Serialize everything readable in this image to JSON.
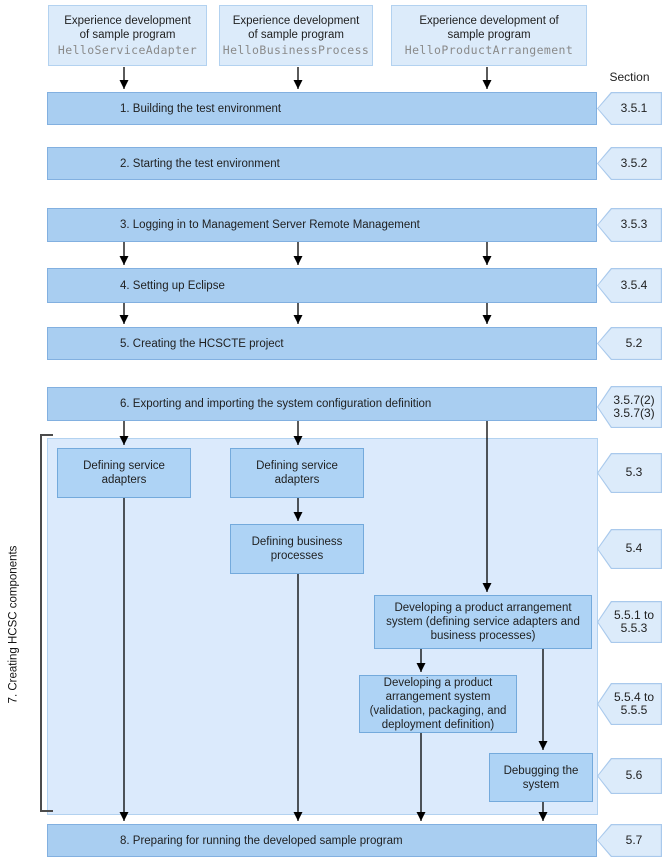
{
  "top_boxes": [
    {
      "text": "Experience development\nof sample program",
      "code": "HelloServiceAdapter"
    },
    {
      "text": "Experience development\nof sample program",
      "code": "HelloBusinessProcess"
    },
    {
      "text": "Experience development of\nsample program",
      "code": "HelloProductArrangement"
    }
  ],
  "section_column": {
    "header": "Section"
  },
  "bars": [
    {
      "label": "1. Building the test environment",
      "section": "3.5.1"
    },
    {
      "label": "2. Starting the test environment",
      "section": "3.5.2"
    },
    {
      "label": "3. Logging in to Management Server Remote Management",
      "section": "3.5.3"
    },
    {
      "label": "4. Setting up Eclipse",
      "section": "3.5.4"
    },
    {
      "label": "5. Creating the HCSCTE project",
      "section": "5.2"
    },
    {
      "label": "6. Exporting and importing the system configuration definition",
      "section": "3.5.7(2)\n3.5.7(3)"
    },
    {
      "label": "8. Preparing for running the developed sample program",
      "section": "5.7"
    }
  ],
  "hcsc_region": {
    "label": "7. Creating HCSC components",
    "boxes": [
      {
        "text": "Defining service\nadapters",
        "section": "5.3"
      },
      {
        "text": "Defining service\nadapters",
        "section": ""
      },
      {
        "text": "Defining business\nprocesses",
        "section": "5.4"
      },
      {
        "text": "Developing a product arrangement\nsystem (defining service adapters and\nbusiness processes)",
        "section": "5.5.1 to\n5.5.3"
      },
      {
        "text": "Developing a product\narrangement system\n(validation, packaging, and\ndeployment definition)",
        "section": "5.5.4 to\n5.5.5"
      },
      {
        "text": "Debugging the\nsystem",
        "section": "5.6"
      }
    ]
  },
  "colors": {
    "bar_fill": "#a9cef1",
    "bar_border": "#82b0e0",
    "task_fill": "#aed3f5",
    "task_border": "#74aadc",
    "light_fill": "#dcebfa",
    "light_border": "#b3d2f0",
    "region_fill": "#dbeafc",
    "pentagon_fill": "#dcebfa",
    "pentagon_border": "#a9c9ec",
    "code_text": "#8a8a8a",
    "connector": "#000000",
    "bracket": "#4c4c4c"
  }
}
